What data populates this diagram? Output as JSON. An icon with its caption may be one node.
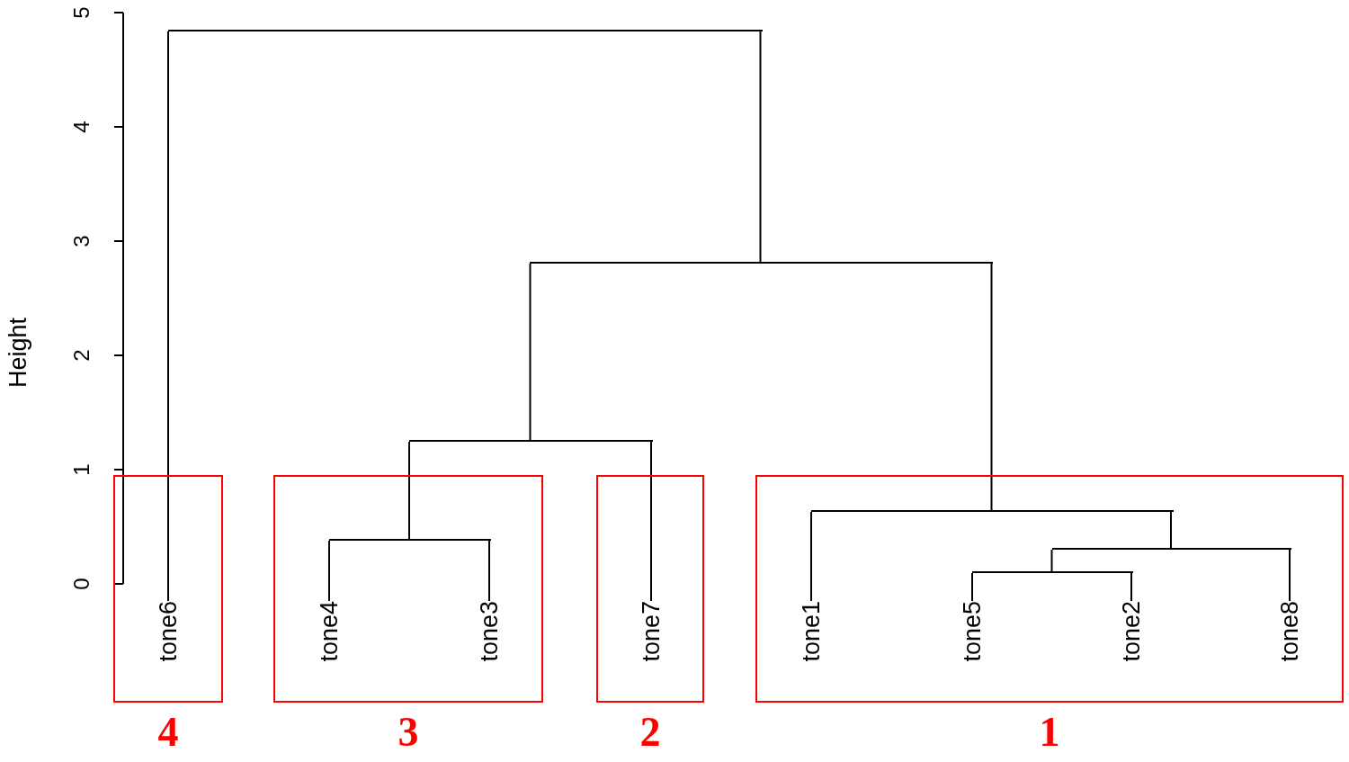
{
  "diagram": {
    "nodes": [
      {
        "text": [
          "4"
        ]
      },
      {
        "text": [
          "tone6"
        ],
        "in": 0
      },
      {
        "text": [
          "3"
        ]
      },
      {
        "text": [
          "tone4"
        ],
        "in": 2
      },
      {
        "text": [
          "tone3"
        ],
        "in": 2
      },
      {
        "text": [
          "2"
        ]
      },
      {
        "text": [
          "tone7"
        ],
        "in": 5
      },
      {
        "text": [
          "1"
        ]
      },
      {
        "text": [
          "tone1"
        ],
        "in": 7
      },
      {
        "text": [
          "tone5"
        ],
        "in": 7
      },
      {
        "text": [
          "tone2"
        ],
        "in": 7
      },
      {
        "text": [
          "tone8"
        ],
        "in": 7
      },
      {
        "text": [],
        "shape": "bar"
      },
      {
        "text": [],
        "shape": "bar"
      },
      {
        "text": [],
        "shape": "bar"
      },
      {
        "text": [],
        "shape": "bar",
        "in": 7
      },
      {
        "text": [],
        "shape": "bar",
        "in": 2
      },
      {
        "text": [],
        "shape": "bar",
        "in": 7
      },
      {
        "text": [],
        "shape": "bar",
        "in": 7
      }
    ],
    "edges": [
      {
        "from": 12,
        "to": 1,
        "arrow": "none"
      },
      {
        "from": 12,
        "to": 13,
        "arrow": "none"
      },
      {
        "from": 13,
        "to": 14,
        "arrow": "none"
      },
      {
        "from": 13,
        "to": 15,
        "arrow": "none"
      },
      {
        "from": 14,
        "to": 16,
        "arrow": "none"
      },
      {
        "from": 14,
        "to": 6,
        "arrow": "none"
      },
      {
        "from": 16,
        "to": 3,
        "arrow": "none"
      },
      {
        "from": 16,
        "to": 4,
        "arrow": "none"
      },
      {
        "from": 15,
        "to": 8,
        "arrow": "none"
      },
      {
        "from": 15,
        "to": 17,
        "arrow": "none"
      },
      {
        "from": 17,
        "to": 18,
        "arrow": "none"
      },
      {
        "from": 17,
        "to": 11,
        "arrow": "none"
      },
      {
        "from": 18,
        "to": 9,
        "arrow": "none"
      },
      {
        "from": 18,
        "to": 10,
        "arrow": "none"
      }
    ],
    "labels": [
      "5",
      "4",
      "3",
      "2",
      "1",
      "0",
      "Height"
    ]
  }
}
